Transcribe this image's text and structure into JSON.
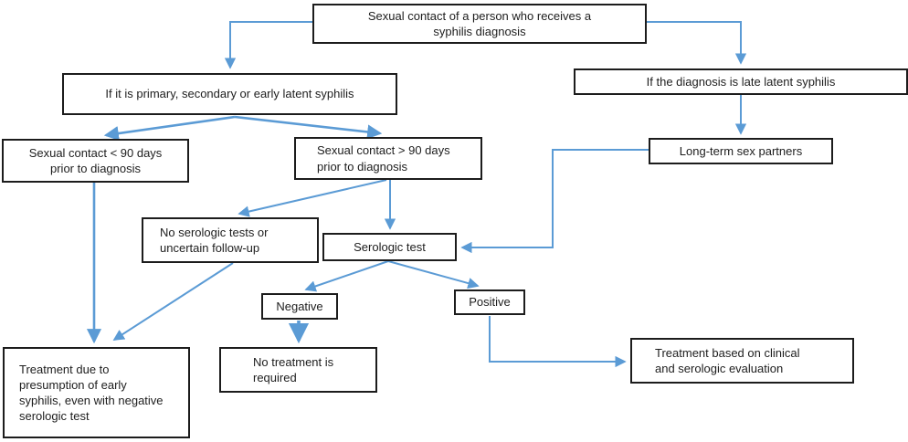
{
  "diagram": {
    "type": "flowchart",
    "arrow_color": "#5B9BD5",
    "box_border_color": "#1c1c1c",
    "background_color": "#ffffff",
    "nodes": {
      "source": {
        "label": "Sexual contact of a person who receives a\nsyphilis diagnosis"
      },
      "early": {
        "label": "If it is primary, secondary or early latent syphilis"
      },
      "late": {
        "label": "If the diagnosis is late latent syphilis"
      },
      "lt90": {
        "label": "Sexual contact < 90 days\nprior to diagnosis"
      },
      "gt90": {
        "label": "Sexual contact > 90 days\nprior to diagnosis"
      },
      "longterm": {
        "label": "Long-term sex partners"
      },
      "noserologic": {
        "label": "No serologic tests or\nuncertain follow-up"
      },
      "serologic": {
        "label": "Serologic test"
      },
      "negative": {
        "label": "Negative"
      },
      "positive": {
        "label": "Positive"
      },
      "no_treatment": {
        "label": "No treatment is\nrequired"
      },
      "treat_presumption": {
        "label": "Treatment due to\npresumption of early\nsyphilis, even with negative\nserologic test"
      },
      "treat_clinical": {
        "label": "Treatment based on clinical\nand serologic evaluation"
      }
    },
    "edges": [
      {
        "from": "source",
        "to": "early"
      },
      {
        "from": "source",
        "to": "late"
      },
      {
        "from": "early",
        "to": "lt90"
      },
      {
        "from": "early",
        "to": "gt90"
      },
      {
        "from": "late",
        "to": "longterm"
      },
      {
        "from": "longterm",
        "to": "serologic"
      },
      {
        "from": "gt90",
        "to": "noserologic"
      },
      {
        "from": "gt90",
        "to": "serologic"
      },
      {
        "from": "lt90",
        "to": "treat_presumption"
      },
      {
        "from": "noserologic",
        "to": "treat_presumption"
      },
      {
        "from": "serologic",
        "to": "negative"
      },
      {
        "from": "serologic",
        "to": "positive"
      },
      {
        "from": "negative",
        "to": "no_treatment"
      },
      {
        "from": "positive",
        "to": "treat_clinical"
      }
    ]
  }
}
